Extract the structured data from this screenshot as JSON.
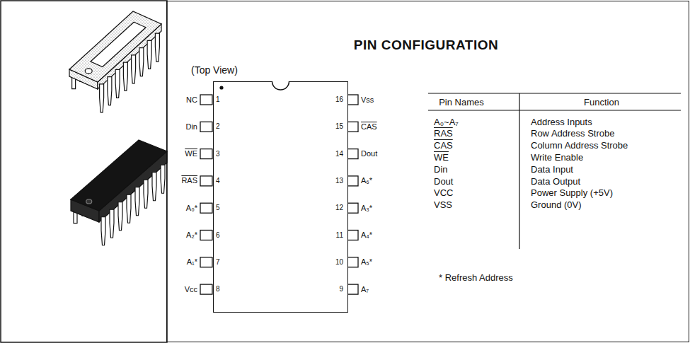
{
  "diagram": {
    "nodes": [
      {
        "text": [
          "PIN CONFIGURATION"
        ]
      },
      {
        "text": [
          "(Top View)"
        ],
        "in": 0
      }
    ],
    "labels": [
      "NC",
      "1",
      "Din",
      "2",
      "WE",
      "3",
      "RAS",
      "4",
      "A₀*",
      "5",
      "A₂*",
      "6",
      "A₁*",
      "7",
      "Vcc",
      "8",
      "Vss",
      "16",
      "CAS",
      "15",
      "Dout",
      "14",
      "A₆*",
      "13",
      "A₃*",
      "12",
      "A₄*",
      "11",
      "A₅*",
      "10",
      "A₇",
      "9",
      "Pin Names",
      "Function",
      "A₀~A₇",
      "Address Inputs",
      "RAS",
      "Row Address Strobe",
      "CAS",
      "Column Address Strobe",
      "WE",
      "Write Enable",
      "Din",
      "Data Input",
      "Dout",
      "Data Output",
      "VCC",
      "Power Supply (+5V)",
      "VSS",
      "Ground (0V)",
      "* Refresh Address"
    ]
  }
}
